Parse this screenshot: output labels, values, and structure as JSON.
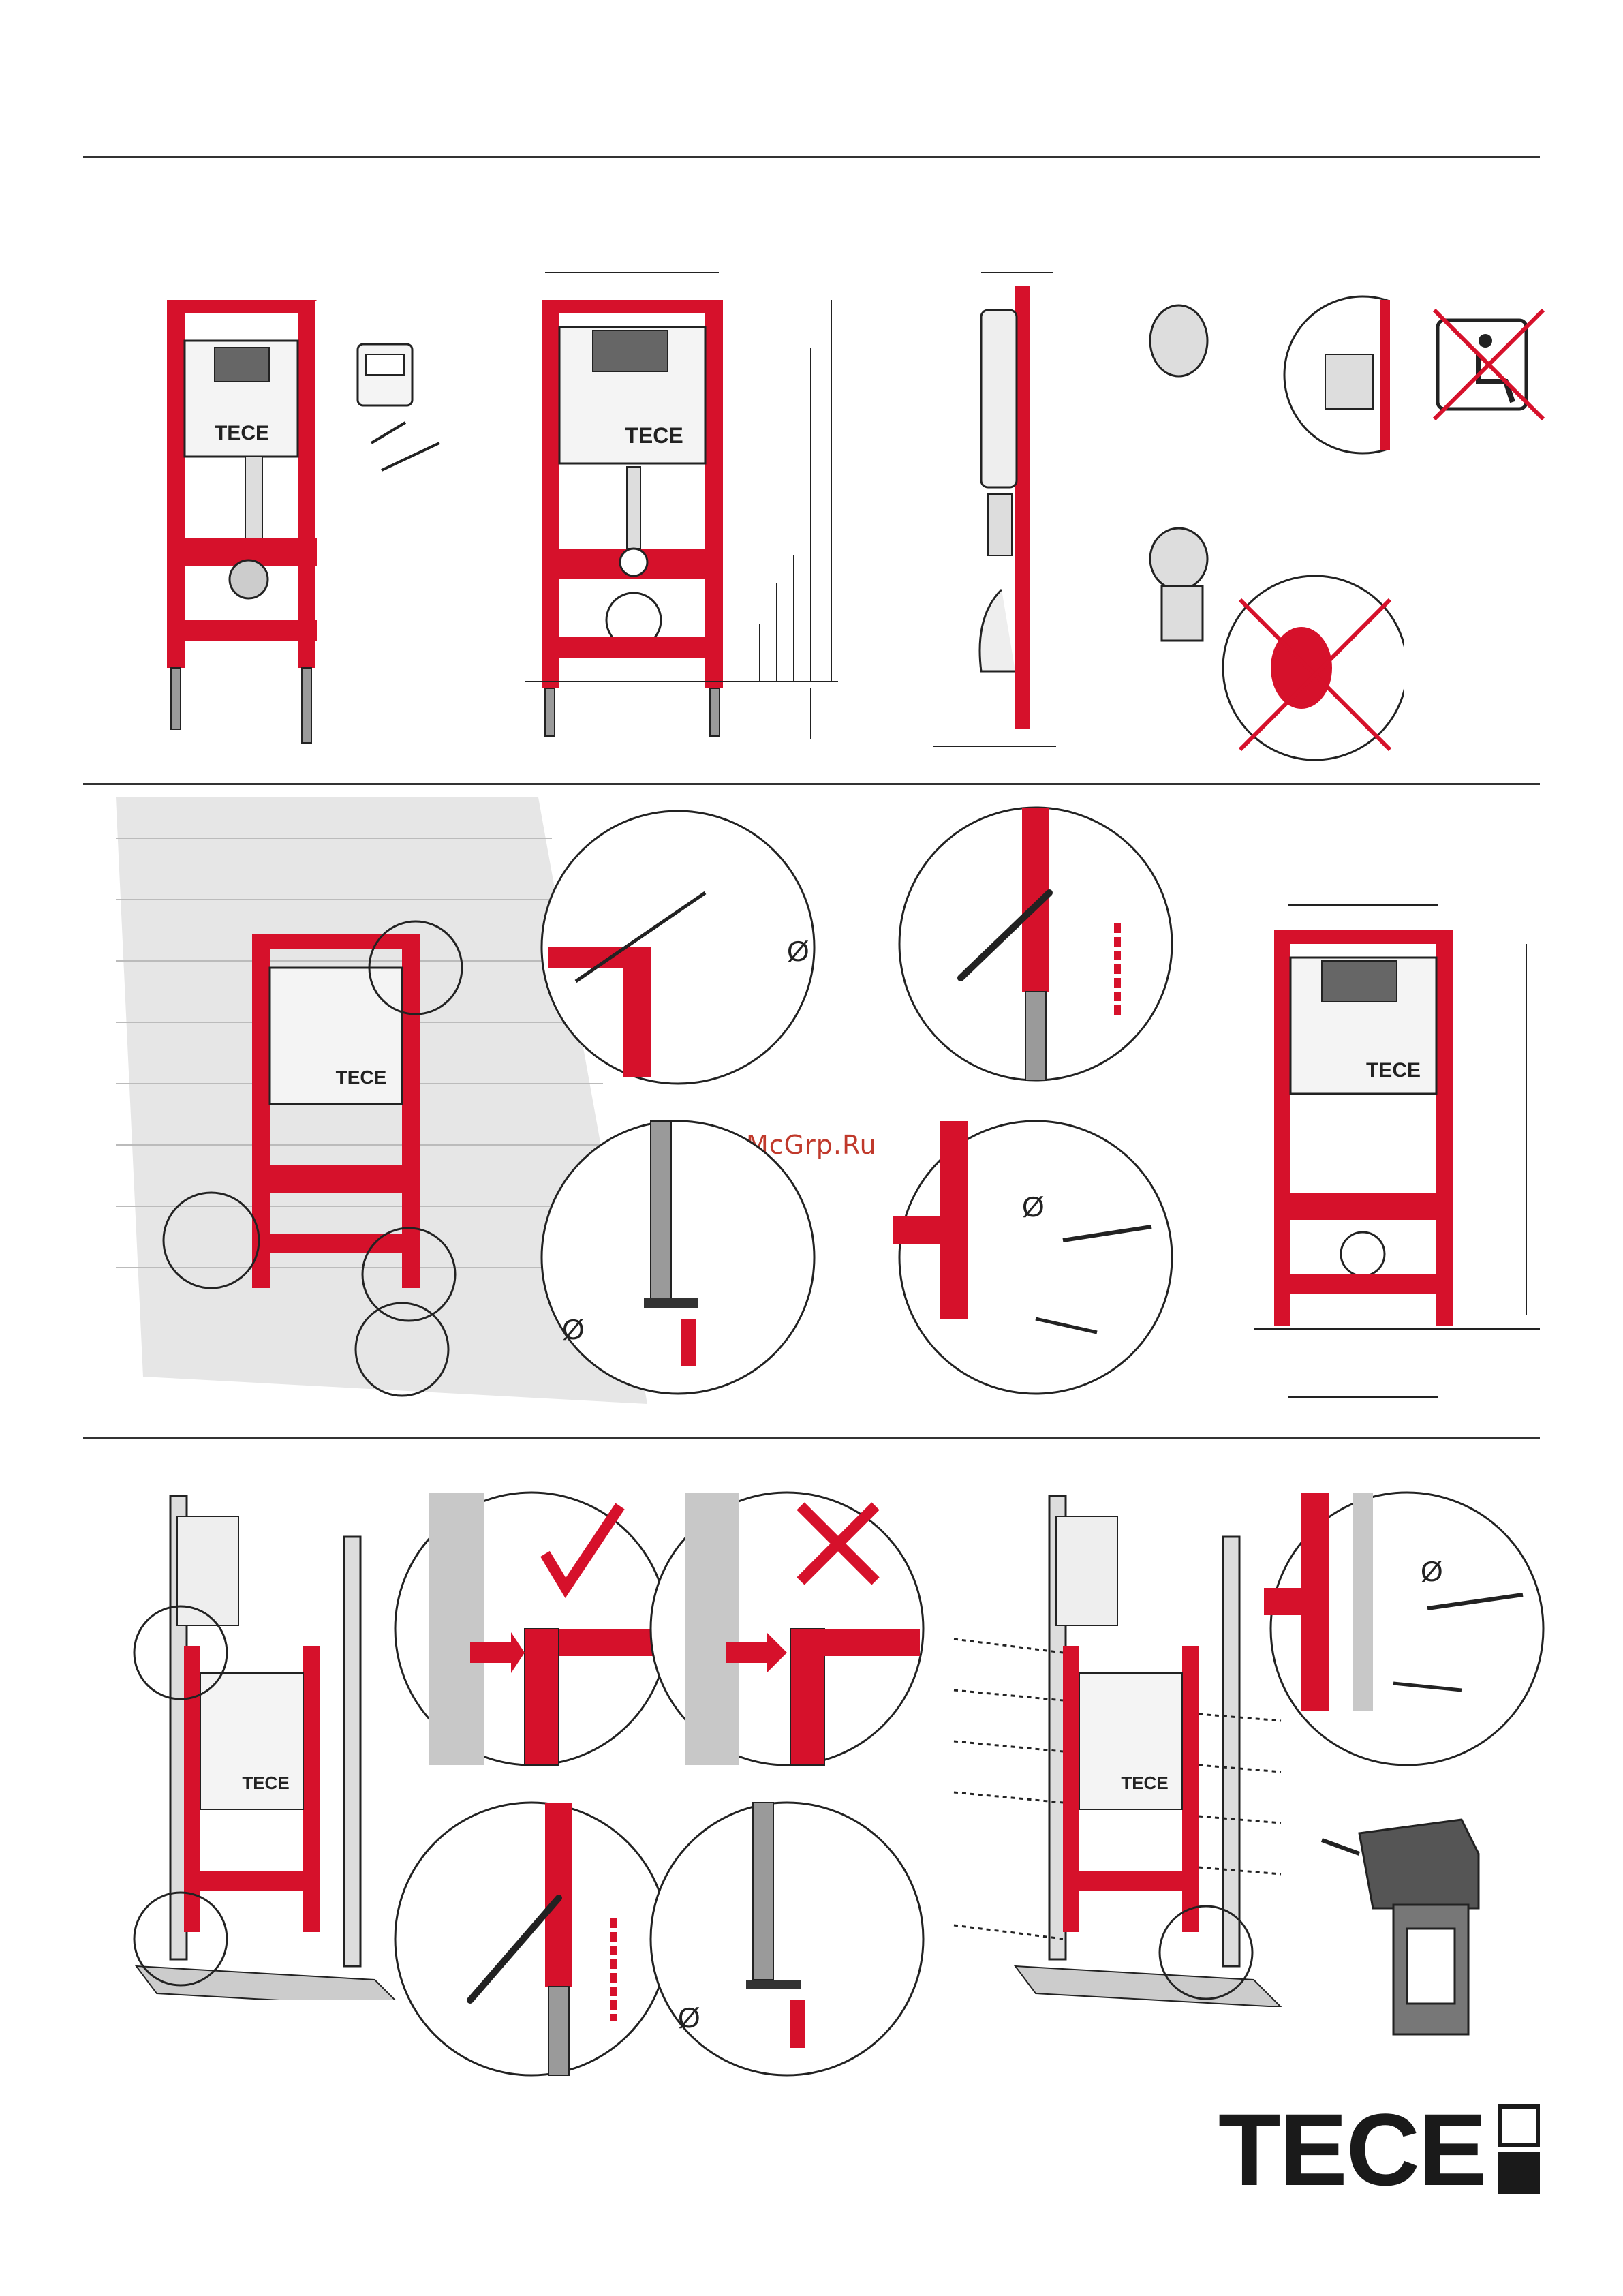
{
  "colors": {
    "frame_red": "#d6112b",
    "steel": "#9a9a9a",
    "line": "#222222",
    "wall": "#e6e6e6"
  },
  "frame_label": "TECE",
  "watermark": "McGrp.Ru",
  "symbols": {
    "diameter": "Ø"
  },
  "icons": [
    "accessibility-prohibited-icon",
    "check-mark-icon",
    "cross-mark-icon",
    "drill-icon",
    "wrench-icon",
    "flame-prohibited-icon"
  ],
  "brand": {
    "wordmark": "TECE"
  }
}
